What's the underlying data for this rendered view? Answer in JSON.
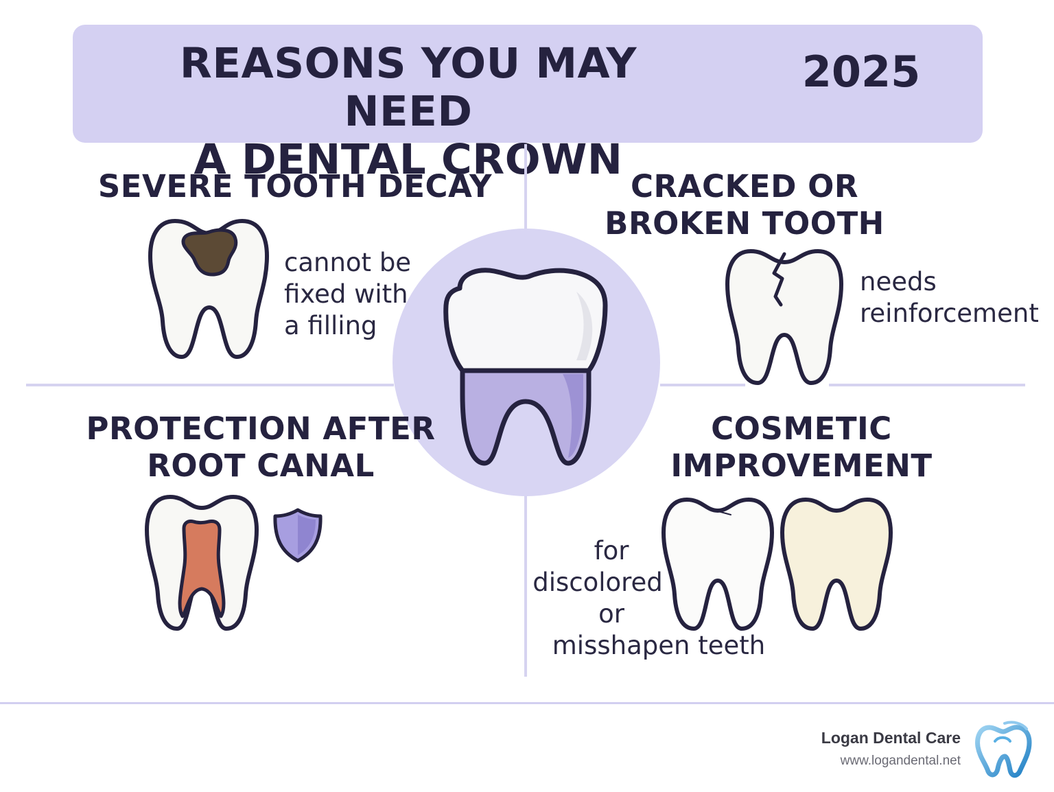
{
  "header": {
    "title_line1": "REASONS YOU MAY NEED",
    "title_line2": "A DENTAL CROWN",
    "year": "2025"
  },
  "sections": {
    "decay": {
      "heading": "SEVERE TOOTH DECAY",
      "caption": [
        "cannot be",
        "fixed with",
        "a filling"
      ]
    },
    "cracked": {
      "heading_line1": "CRACKED OR",
      "heading_line2": "BROKEN TOOTH",
      "caption": [
        "needs",
        "reinforcement"
      ]
    },
    "root_canal": {
      "heading_line1": "PROTECTION AFTER",
      "heading_line2": "ROOT CANAL"
    },
    "cosmetic": {
      "heading_line1": "COSMETIC",
      "heading_line2": "IMPROVEMENT",
      "caption": [
        "for",
        "discolored",
        "or",
        "misshapen teeth"
      ]
    }
  },
  "footer": {
    "brand_name": "Logan Dental Care",
    "brand_url": "www.logandental.net"
  },
  "colors": {
    "banner": "#d4d0f2",
    "accent_lavender": "#b6aee0",
    "outline": "#25223f",
    "decay": "#5c4a35",
    "pulp": "#d67b5e",
    "yellowed_tooth": "#f7f1dc"
  }
}
